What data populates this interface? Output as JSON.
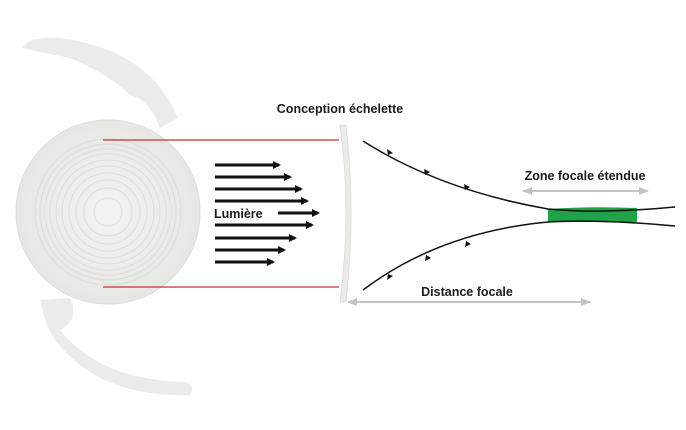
{
  "title": "Conception échelette",
  "labels": {
    "light": "Lumière",
    "extended_focus": "Zone focale étendue",
    "focal_distance": "Distance focale"
  },
  "colors": {
    "lens": "#ececea",
    "guide_lines": "#c8312b",
    "focus_zone": "#1fa346",
    "dimension_arrows": "#c4c4c4",
    "rays": "#111111"
  },
  "light_arrow_count": 9
}
